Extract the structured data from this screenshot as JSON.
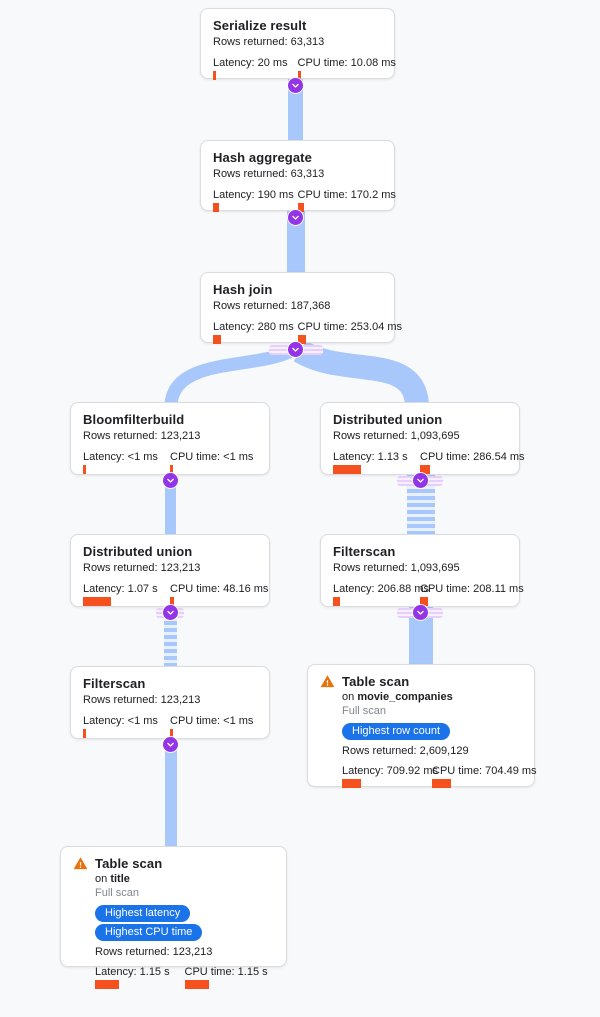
{
  "colors": {
    "background": "#f8f9fa",
    "edge_blue": "#a8c7fa",
    "connector_purple": "#9334e6",
    "metric_bar_orange": "#f4511e",
    "badge_blue": "#1a73e8",
    "warning_orange": "#e8710a",
    "muted_text": "#80868b"
  },
  "nodes": [
    {
      "id": "serialize-result",
      "title": "Serialize result",
      "rows": "Rows returned: 63,313",
      "latency": "Latency: 20 ms",
      "cpu": "CPU time: 10.08 ms",
      "latency_bar": 3,
      "cpu_bar": 3
    },
    {
      "id": "hash-aggregate",
      "title": "Hash aggregate",
      "rows": "Rows returned: 63,313",
      "latency": "Latency: 190 ms",
      "cpu": "CPU time: 170.2 ms",
      "latency_bar": 6,
      "cpu_bar": 6
    },
    {
      "id": "hash-join",
      "title": "Hash join",
      "rows": "Rows returned: 187,368",
      "latency": "Latency: 280 ms",
      "cpu": "CPU time: 253.04 ms",
      "latency_bar": 8,
      "cpu_bar": 8
    },
    {
      "id": "bloomfilterbuild",
      "title": "Bloomfilterbuild",
      "rows": "Rows returned: 123,213",
      "latency": "Latency: <1 ms",
      "cpu": "CPU time: <1 ms",
      "latency_bar": 3,
      "cpu_bar": 3
    },
    {
      "id": "distributed-union-right",
      "title": "Distributed union",
      "rows": "Rows returned: 1,093,695",
      "latency": "Latency: 1.13 s",
      "cpu": "CPU time: 286.54 ms",
      "latency_bar": 28,
      "cpu_bar": 10
    },
    {
      "id": "distributed-union-left",
      "title": "Distributed union",
      "rows": "Rows returned: 123,213",
      "latency": "Latency: 1.07 s",
      "cpu": "CPU time: 48.16 ms",
      "latency_bar": 28,
      "cpu_bar": 4
    },
    {
      "id": "filterscan-right",
      "title": "Filterscan",
      "rows": "Rows returned: 1,093,695",
      "latency": "Latency: 206.88 ms",
      "cpu": "CPU time: 208.11 ms",
      "latency_bar": 7,
      "cpu_bar": 8
    },
    {
      "id": "filterscan-left",
      "title": "Filterscan",
      "rows": "Rows returned: 123,213",
      "latency": "Latency: <1 ms",
      "cpu": "CPU time: <1 ms",
      "latency_bar": 3,
      "cpu_bar": 3
    },
    {
      "id": "table-scan-movie-companies",
      "title": "Table scan",
      "on_prefix": "on",
      "table": "movie_companies",
      "scan_type": "Full scan",
      "badges": [
        "Highest row count"
      ],
      "rows": "Rows returned: 2,609,129",
      "latency": "Latency: 709.92 ms",
      "cpu": "CPU time: 704.49 ms",
      "latency_bar": 19,
      "cpu_bar": 19
    },
    {
      "id": "table-scan-title",
      "title": "Table scan",
      "on_prefix": "on",
      "table": "title",
      "scan_type": "Full scan",
      "badges": [
        "Highest latency",
        "Highest CPU time"
      ],
      "rows": "Rows returned: 123,213",
      "latency": "Latency: 1.15 s",
      "cpu": "CPU time: 1.15 s",
      "latency_bar": 24,
      "cpu_bar": 24
    }
  ],
  "edges": [
    {
      "from": "hash-aggregate",
      "to": "serialize-result",
      "style": "solid"
    },
    {
      "from": "hash-join",
      "to": "hash-aggregate",
      "style": "solid"
    },
    {
      "from": "bloomfilterbuild",
      "to": "hash-join",
      "style": "solid-curve"
    },
    {
      "from": "distributed-union-right",
      "to": "hash-join",
      "style": "solid-curve"
    },
    {
      "from": "distributed-union-left",
      "to": "bloomfilterbuild",
      "style": "solid"
    },
    {
      "from": "filterscan-right",
      "to": "distributed-union-right",
      "style": "striped"
    },
    {
      "from": "filterscan-left",
      "to": "distributed-union-left",
      "style": "striped"
    },
    {
      "from": "table-scan-movie-companies",
      "to": "filterscan-right",
      "style": "solid"
    },
    {
      "from": "table-scan-title",
      "to": "filterscan-left",
      "style": "solid"
    }
  ]
}
